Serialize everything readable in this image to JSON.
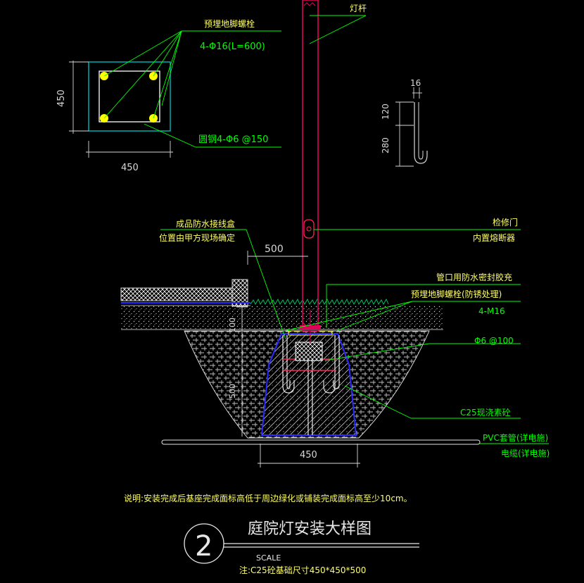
{
  "colors": {
    "background": "#000000",
    "leader": "#00ff00",
    "label": "#ffff66",
    "dimension": "#d8d8d8",
    "pole": "#e0005a",
    "concrete_outline": "#2a2aff",
    "hatch": "#c8c8c8",
    "anchor_bolt": "#ffff00",
    "foundation_frame": "#00c8c8",
    "title": "#e6e6e6"
  },
  "plan_view": {
    "bolt_label": "预埋地脚螺栓",
    "bolt_spec": "4-Φ16(L=600)",
    "steel_label": "圆钢4-Φ6 @150",
    "dim_width": "450",
    "dim_height": "450"
  },
  "hook_detail": {
    "dim_top": "16",
    "dim_hook_top": "120",
    "dim_hook_len": "280"
  },
  "section": {
    "pole_label": "灯杆",
    "junction_box": "成品防水接线盒",
    "junction_box_note": "位置由甲方现场确定",
    "dim_offset": "500",
    "access_door": "检修门",
    "fuse": "内置熔断器",
    "sealant": "管口用防水密封胶充",
    "anchor_bolt_label": "预埋地脚螺栓(防锈处理)",
    "anchor_bolt_spec": "4-M16",
    "stirrup": "Φ6 @100",
    "concrete": "C25现浇素砼",
    "conduit": "PVC套管(详电施)",
    "cable": "电缆(详电施)",
    "dim_100": "100",
    "dim_500": "500",
    "dim_base": "450"
  },
  "notes": {
    "remark": "说明:安装完成后基座完成面标高低于周边绿化或铺装完成面标高至少10cm。"
  },
  "title_block": {
    "number": "2",
    "title": "庭院灯安装大样图",
    "scale": "SCALE",
    "subnote": "注:C25砼基础尺寸450*450*500"
  }
}
